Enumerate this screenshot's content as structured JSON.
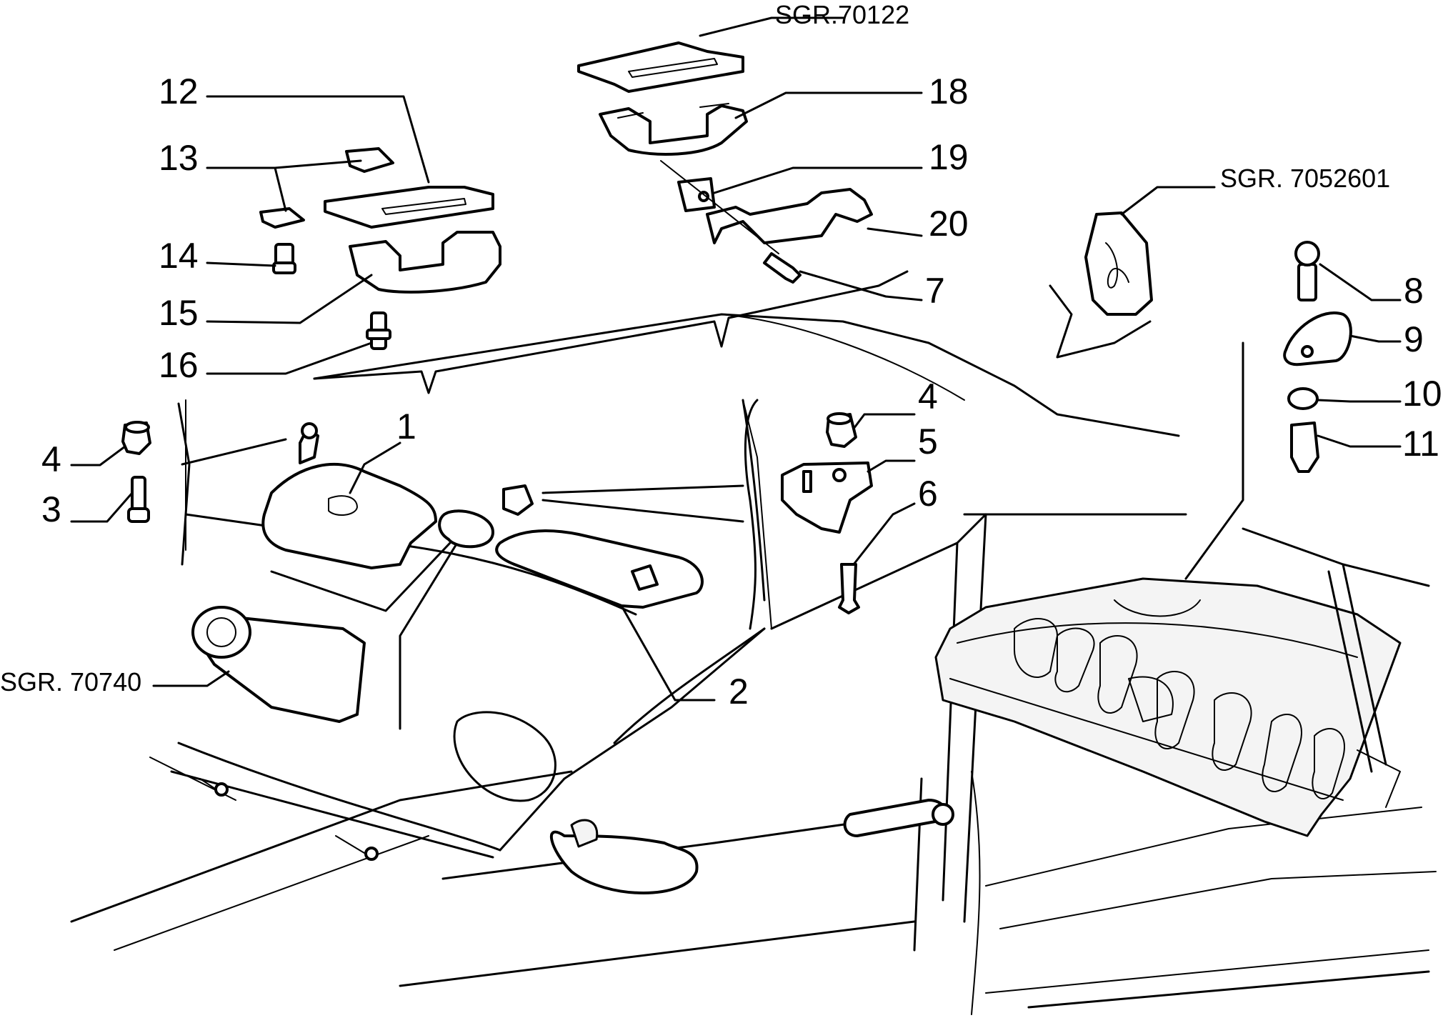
{
  "diagram": {
    "references": {
      "sgr_70122": "SGR.70122",
      "sgr_7052601": "SGR. 7052601",
      "sgr_70740": "SGR. 70740"
    },
    "callouts": {
      "n1": "1",
      "n2": "2",
      "n3": "3",
      "n4a": "4",
      "n4b": "4",
      "n5": "5",
      "n6": "6",
      "n7": "7",
      "n8": "8",
      "n9": "9",
      "n10": "10",
      "n11": "11",
      "n12": "12",
      "n13": "13",
      "n14": "14",
      "n15": "15",
      "n16": "16",
      "n18": "18",
      "n19": "19",
      "n20": "20"
    }
  }
}
